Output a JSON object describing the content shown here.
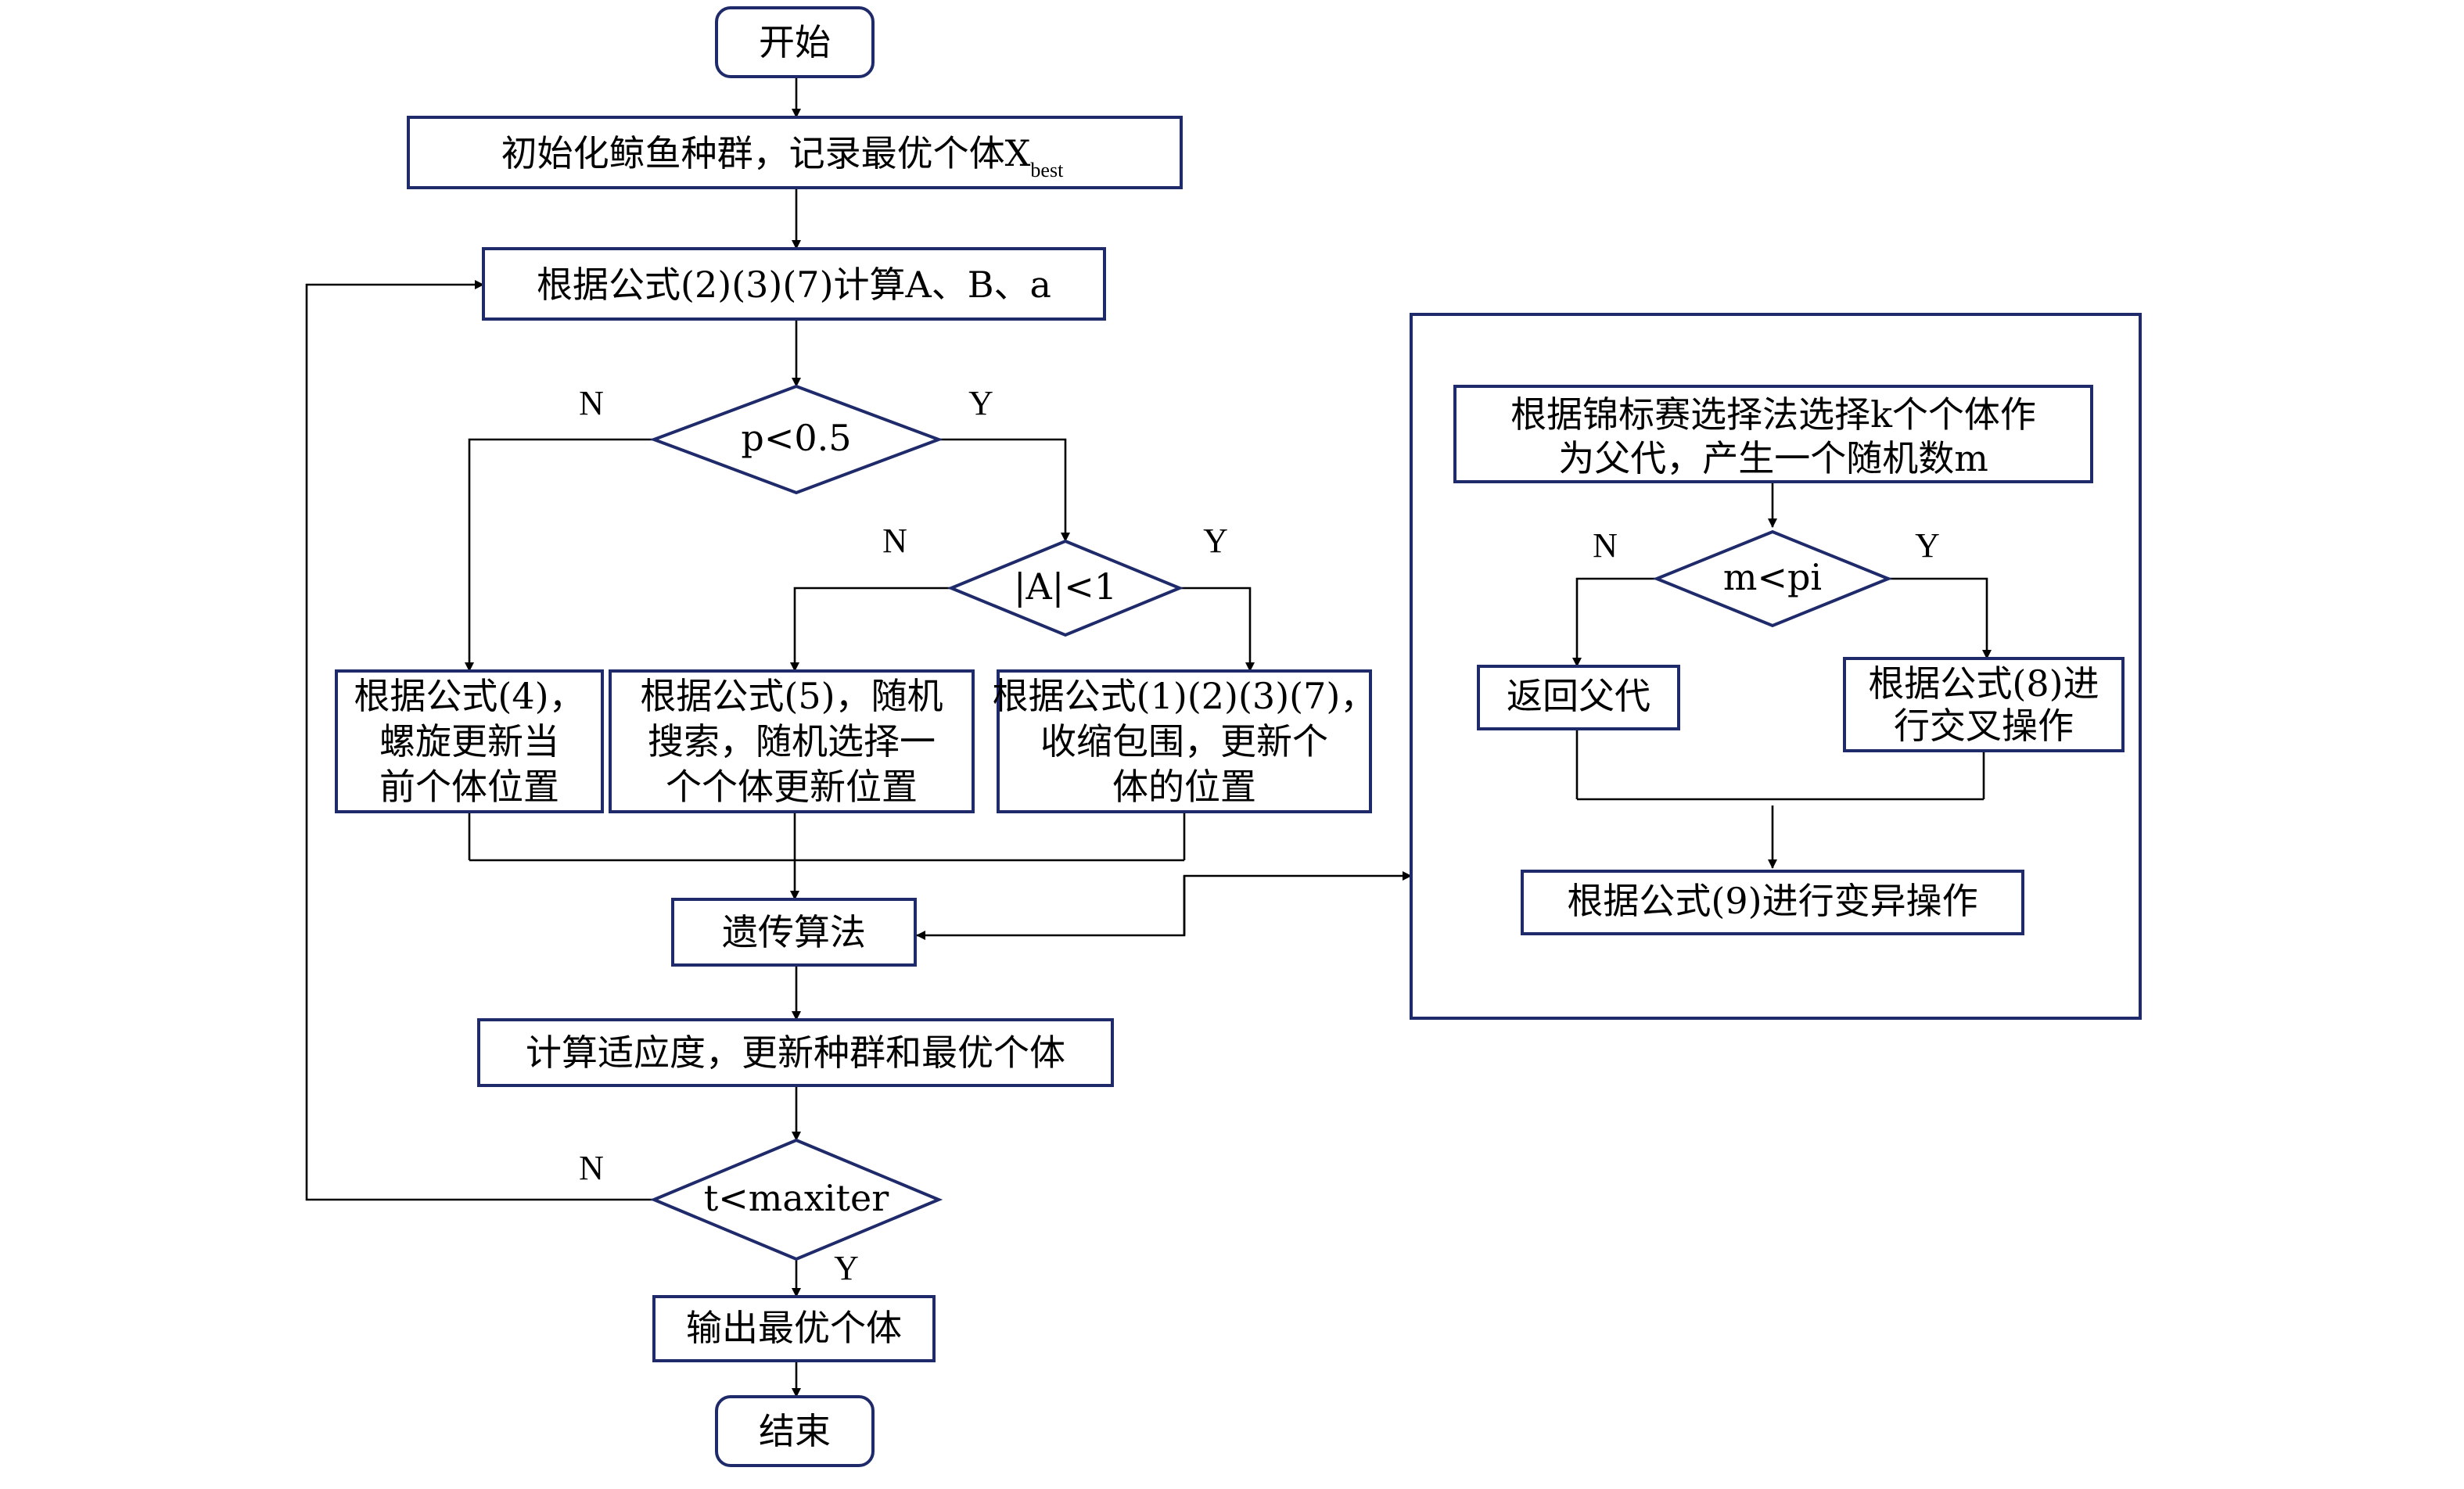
{
  "nodes": {
    "start": "开始",
    "init": "初始化鲸鱼种群，记录最优个体X",
    "init_sub": "best",
    "calc": "根据公式(2)(3)(7)计算A、B、a",
    "p_decision": "p<0.5",
    "a_decision": "|A|<1",
    "spiral": [
      "根据公式(4)，",
      "螺旋更新当",
      "前个体位置"
    ],
    "search": [
      "根据公式(5)，随机",
      "搜索，随机选择一",
      "个个体更新位置"
    ],
    "shrink": [
      "根据公式(1)(2)(3)(7)，",
      "收缩包围，更新个",
      "体的位置"
    ],
    "ga": "遗传算法",
    "fitness": "计算适应度，更新种群和最优个体",
    "t_decision": "t<maxiter",
    "output": "输出最优个体",
    "end": "结束"
  },
  "ga_panel": {
    "select": [
      "根据锦标赛选择法选择k个个体作",
      "为父代，产生一个随机数m"
    ],
    "m_decision": "m<pi",
    "return": "返回父代",
    "crossover": [
      "根据公式(8)进",
      "行交叉操作"
    ],
    "mutation": "根据公式(9)进行变异操作"
  },
  "branch_labels": {
    "yes": "Y",
    "no": "N"
  }
}
